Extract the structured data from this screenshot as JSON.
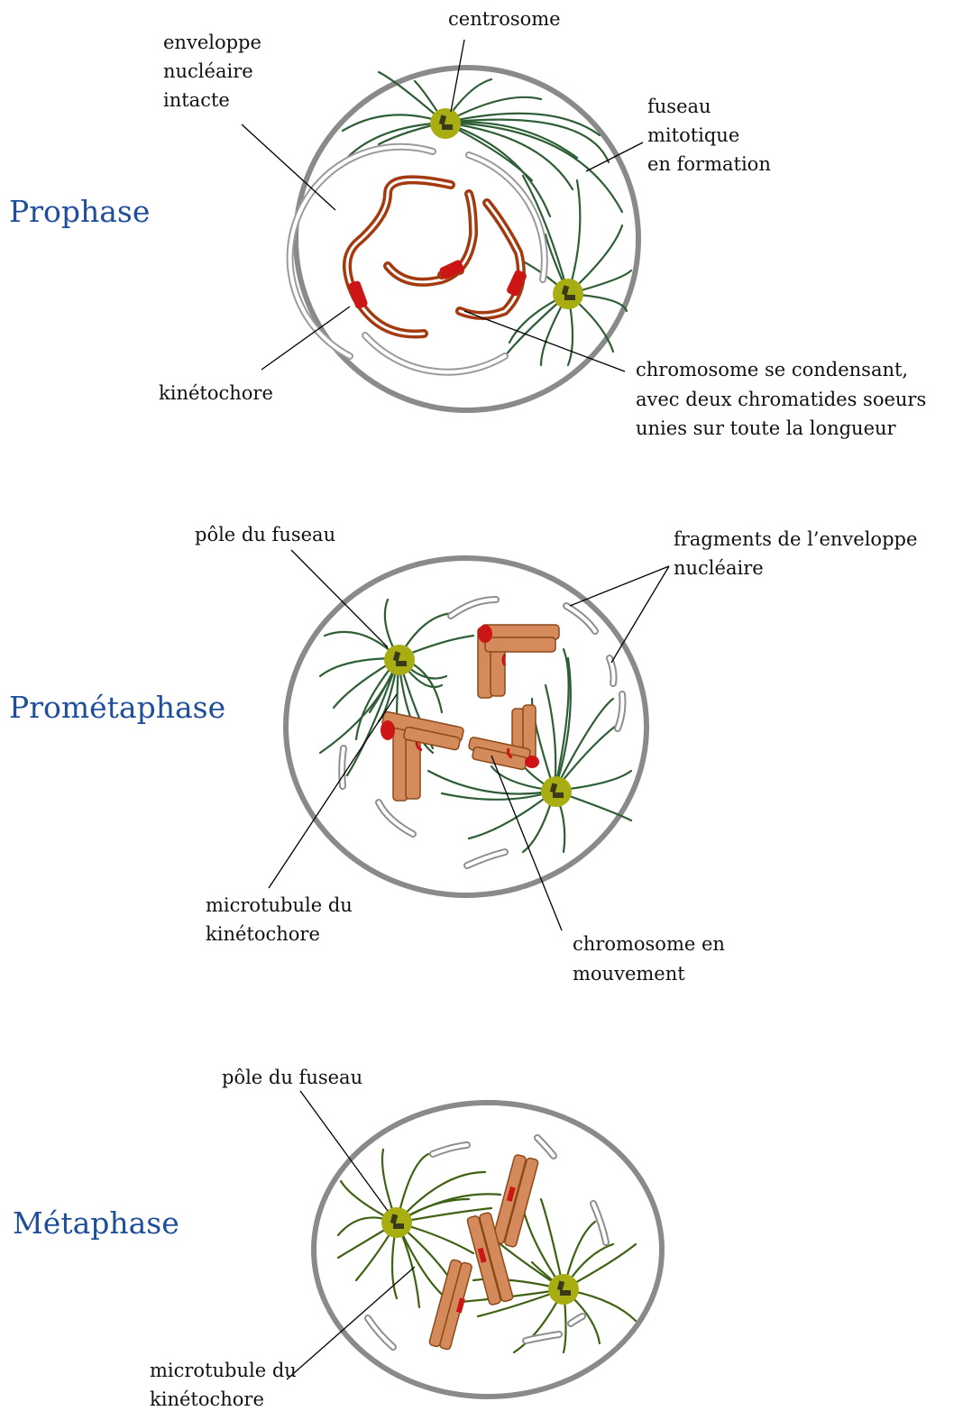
{
  "colors": {
    "stage_title": "#1f4e9a",
    "spindle_prophase": "#2e5e35",
    "spindle_prometaphase": "#2e5e35",
    "spindle_metaphase": "#3f6212",
    "centrosome": "#a8ad12",
    "cell_membrane": "#8a8a8a",
    "chromosome_condensing": "#a33a10",
    "chromosome_condensed": "#d48a5a",
    "kinetochore": "#cc1616",
    "envelope": "#bdbdbd"
  },
  "prophase": {
    "title": "Prophase",
    "label_envelope": [
      "enveloppe",
      "nucléaire",
      "intacte"
    ],
    "label_centrosome": "centrosome",
    "label_spindle": [
      "fuseau",
      "mitotique",
      "en formation"
    ],
    "label_kinetochore": "kinétochore",
    "label_chromosome": [
      "chromosome se condensant,",
      "avec deux chromatides soeurs",
      "unies sur toute la longueur"
    ]
  },
  "prometaphase": {
    "title": "Prométaphase",
    "label_pole": "pôle du fuseau",
    "label_fragments": [
      "fragments de l’enveloppe",
      "nucléaire"
    ],
    "label_microtubule": [
      "microtubule du",
      "kinétochore"
    ],
    "label_moving": [
      "chromosome en",
      "mouvement"
    ]
  },
  "metaphase": {
    "title": "Métaphase",
    "label_pole": "pôle du fuseau",
    "label_microtubule": [
      "microtubule du",
      "kinétochore"
    ]
  }
}
